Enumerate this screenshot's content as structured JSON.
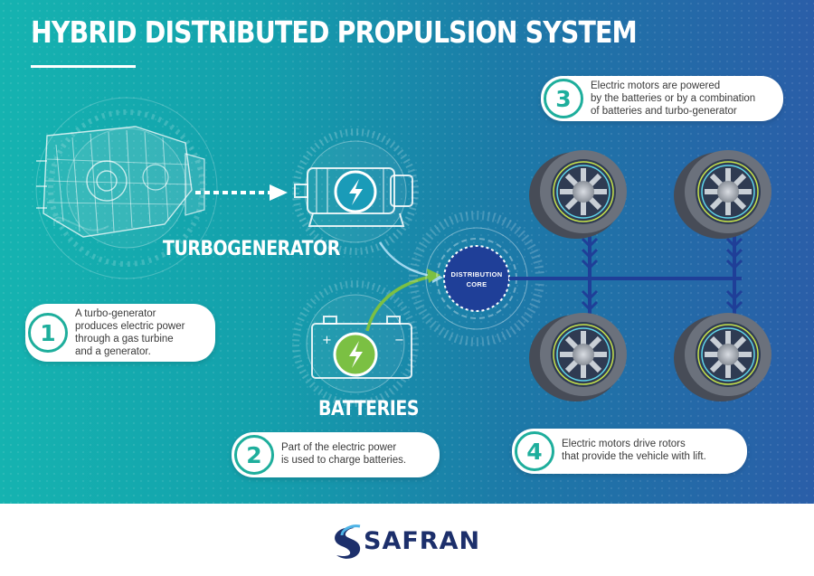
{
  "header": {
    "title": "HYBRID DISTRIBUTED PROPULSION SYSTEM"
  },
  "components": {
    "turbogenerator": "TURBOGENERATOR",
    "batteries": "BATTERIES",
    "core_line1": "DISTRIBUTION",
    "core_line2": "CORE"
  },
  "steps": [
    {
      "number": "1",
      "text": "A turbo-generator\nproduces electric power\nthrough a gas turbine\nand a generator."
    },
    {
      "number": "2",
      "text": "Part of the electric power\nis used to charge batteries."
    },
    {
      "number": "3",
      "text": "Electric motors are powered\nby the batteries or by a combination\nof batteries and turbo-generator"
    },
    {
      "number": "4",
      "text": "Electric motors drive rotors\nthat provide the vehicle with lift."
    }
  ],
  "brand": {
    "name": "SAFRAN",
    "color": "#1c2f6b"
  },
  "colors": {
    "accent": "#1eae9c",
    "battery_green": "#7bc043",
    "generator_teal": "#1a9bb8",
    "link_blue": "#1f3f98"
  },
  "icons": [
    "lightning-bolt-icon",
    "turbine-engine-illustration",
    "generator-icon",
    "battery-icon",
    "rotor-icon"
  ]
}
